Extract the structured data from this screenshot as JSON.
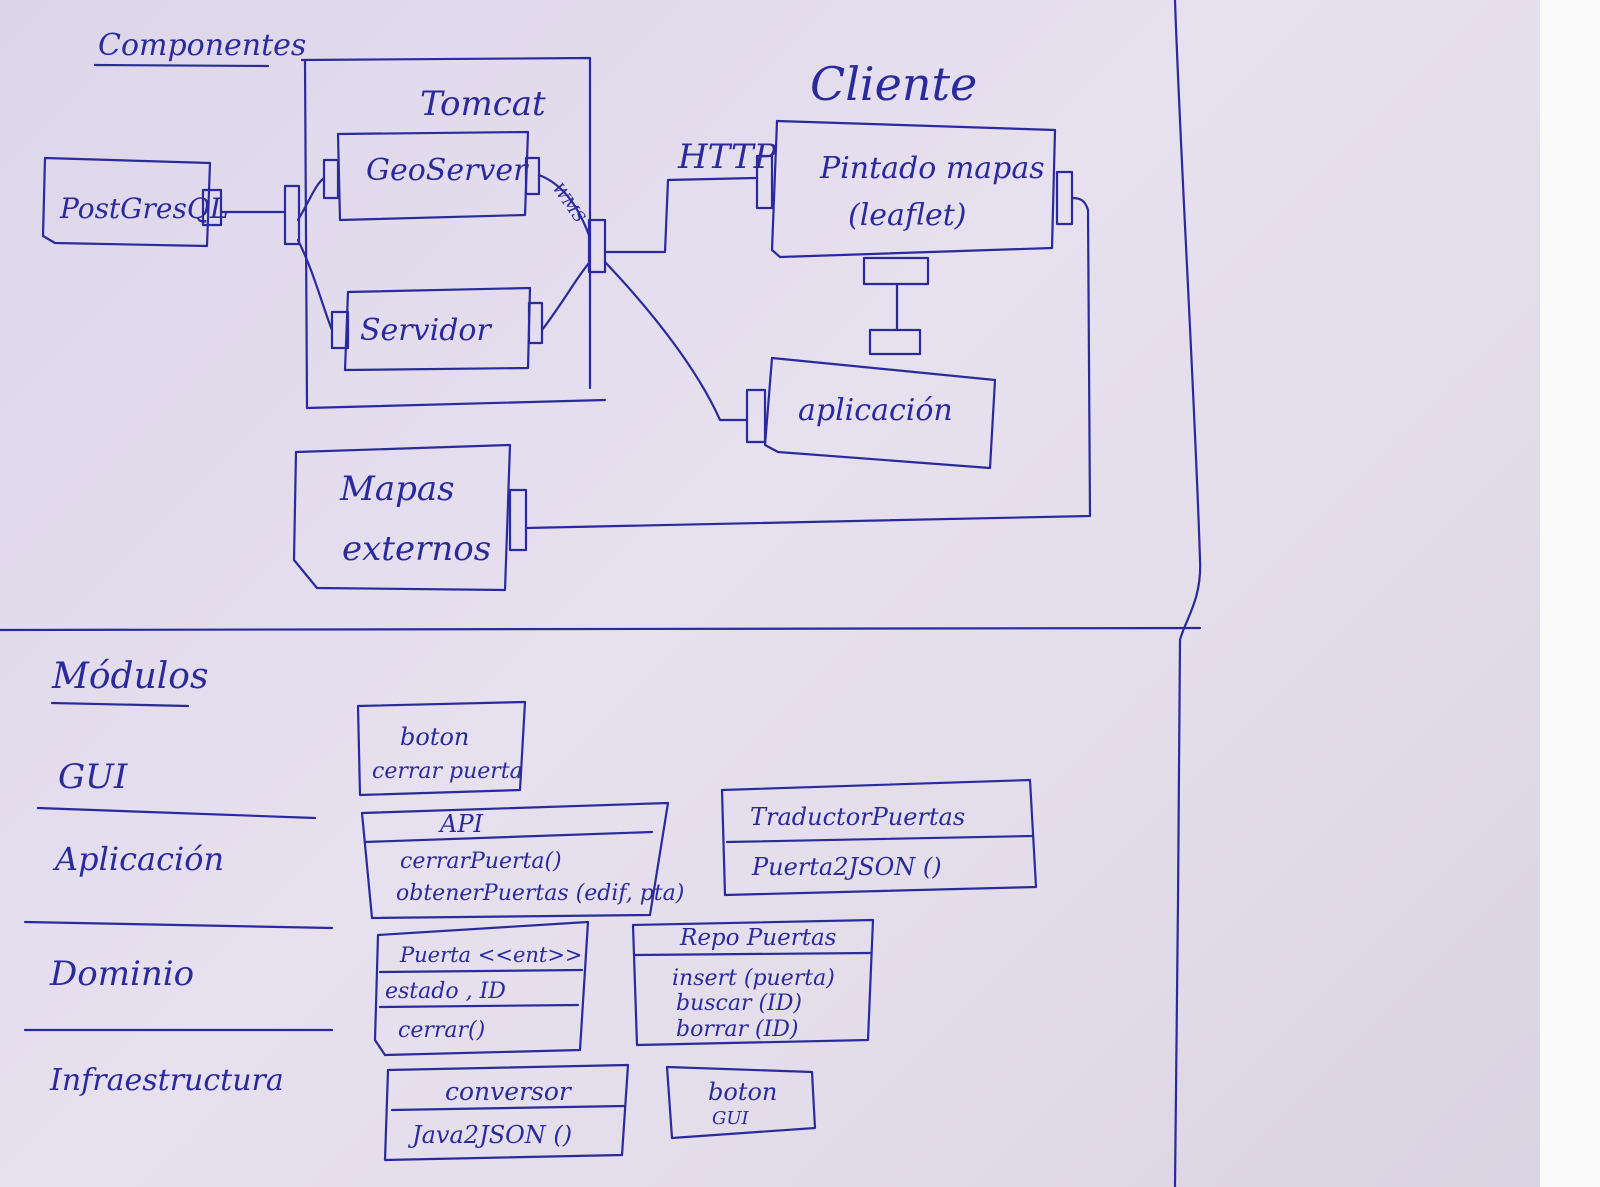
{
  "components": {
    "heading": "Componentes",
    "tomcat_label": "Tomcat",
    "cliente_label": "Cliente",
    "postgresql": "PostGresQL",
    "geoserver": "GeoServer",
    "servidor": "Servidor",
    "wms_label": "WMS",
    "http_label": "HTTP",
    "pintado_line1": "Pintado mapas",
    "pintado_line2": "(leaflet)",
    "aplicacion": "aplicación",
    "mapas_line1": "Mapas",
    "mapas_line2": "externos"
  },
  "modules": {
    "heading": "Módulos",
    "layers": [
      "GUI",
      "Aplicación",
      "Dominio",
      "Infraestructura"
    ],
    "boton_cerrar": {
      "line1": "boton",
      "line2": "cerrar puerta"
    },
    "api": {
      "title": "API",
      "line1": "cerrarPuerta()",
      "line2": "obtenerPuertas (edif, pta)"
    },
    "traductor": {
      "title": "TraductorPuertas",
      "line1": "Puerta2JSON ()"
    },
    "puerta": {
      "title": "Puerta <<ent>>",
      "attr": "estado ,  ID",
      "method": "cerrar()"
    },
    "repo": {
      "title": "Repo Puertas",
      "line1": "insert (puerta)",
      "line2": "buscar (ID)",
      "line3": "borrar (ID)"
    },
    "conversor": {
      "title": "conversor",
      "line1": "Java2JSON ()"
    },
    "boton_gui": {
      "line1": "boton",
      "line2": "GUI"
    }
  },
  "colors": {
    "ink": "#2a2a9c",
    "paper": "#e3dce9"
  }
}
